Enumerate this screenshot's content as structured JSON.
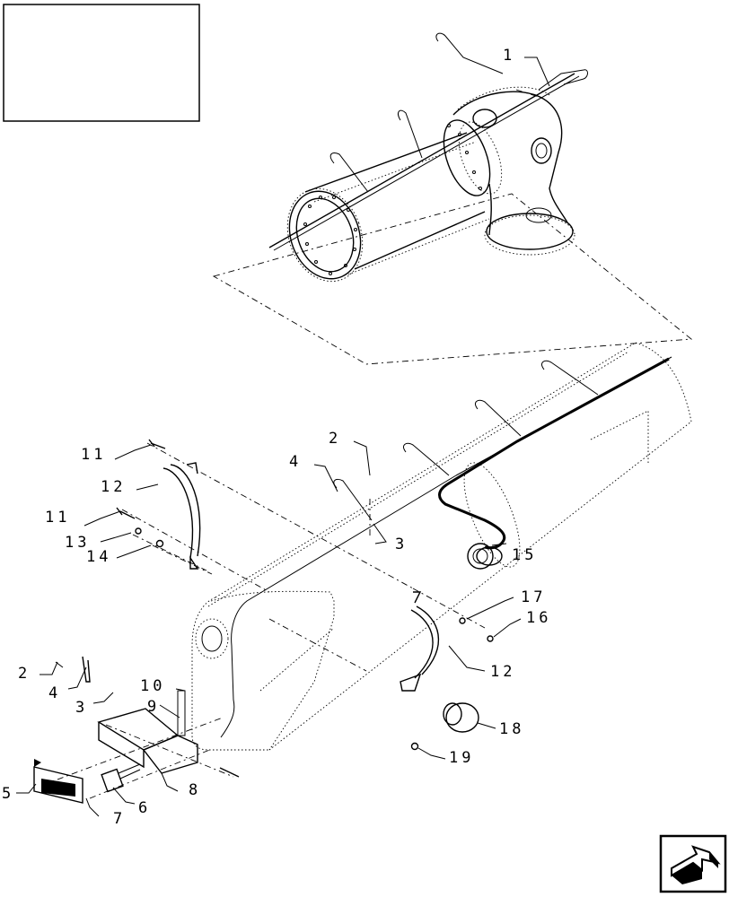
{
  "callouts": [
    {
      "id": "c1",
      "text": "1"
    },
    {
      "id": "c2a",
      "text": "2"
    },
    {
      "id": "c3a",
      "text": "3"
    },
    {
      "id": "c4a",
      "text": "4"
    },
    {
      "id": "c2b",
      "text": "2"
    },
    {
      "id": "c4b",
      "text": "4"
    },
    {
      "id": "c3b",
      "text": "3"
    },
    {
      "id": "c5",
      "text": "5"
    },
    {
      "id": "c6",
      "text": "6"
    },
    {
      "id": "c7",
      "text": "7"
    },
    {
      "id": "c8",
      "text": "8"
    },
    {
      "id": "c9",
      "text": "9"
    },
    {
      "id": "c10",
      "text": "10"
    },
    {
      "id": "c11a",
      "text": "11"
    },
    {
      "id": "c11b",
      "text": "11"
    },
    {
      "id": "c12a",
      "text": "12"
    },
    {
      "id": "c12b",
      "text": "12"
    },
    {
      "id": "c13",
      "text": "13"
    },
    {
      "id": "c14",
      "text": "14"
    },
    {
      "id": "c15",
      "text": "15"
    },
    {
      "id": "c16",
      "text": "16"
    },
    {
      "id": "c17",
      "text": "17"
    },
    {
      "id": "c18",
      "text": "18"
    },
    {
      "id": "c19",
      "text": "19"
    }
  ],
  "nav_icon": "next-page-arrow-icon"
}
